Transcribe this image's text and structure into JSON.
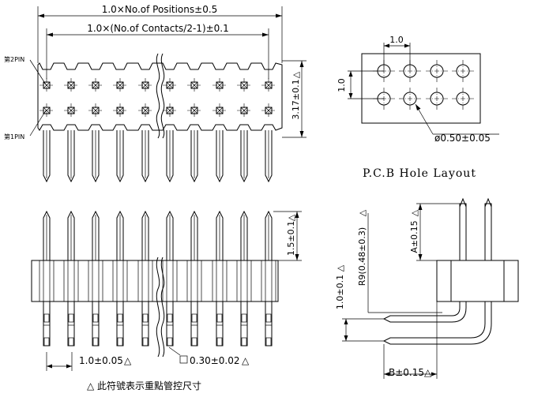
{
  "top_view": {
    "overall_dim": "1.0×No.of Positions±0.5",
    "contacts_dim": "1.0×(No.of Contacts/2-1)±0.1",
    "height_dim": "3.17±0.1",
    "pin2_label": "第2PIN",
    "pin1_label": "第1PIN"
  },
  "pcb": {
    "pitch_x": "1.0",
    "pitch_y": "1.0",
    "hole_dim": "ø0.50±0.05",
    "title": "P.C.B Hole Layout"
  },
  "front_view": {
    "top_pin_dim": "1.5±0.1",
    "pitch_dim": "1.0±0.05",
    "pin_section_dim": "0.30±0.02"
  },
  "side_view": {
    "a_dim": "A±0.15",
    "r_dim": "R9(0.48±0.3)",
    "row_dim": "1.0±0.1",
    "b_dim": "B±0.15"
  },
  "note": "△ 此符號表示重點管控尺寸",
  "key_dim_symbol": "△"
}
